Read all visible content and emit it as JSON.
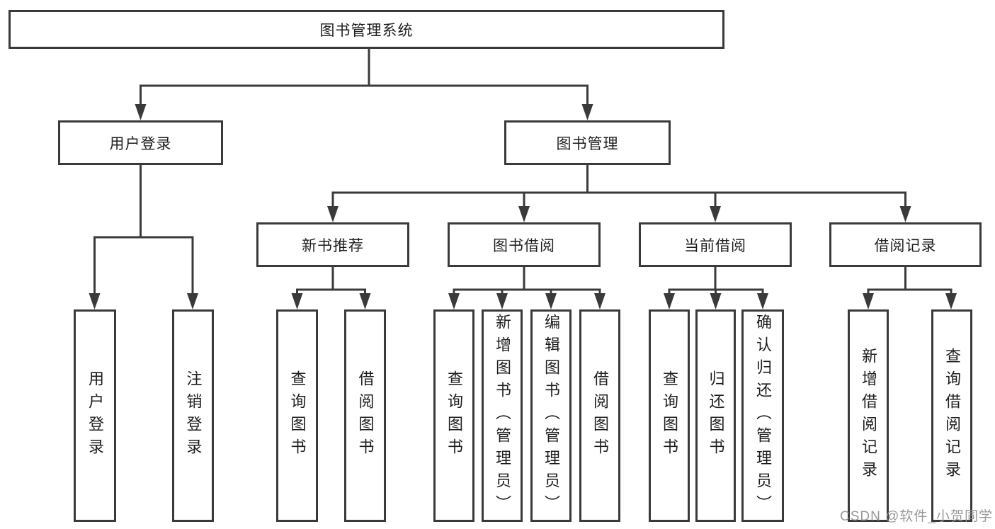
{
  "diagram": {
    "root": "图书管理系统",
    "level2": {
      "user_login": "用户登录",
      "book_management": "图书管理"
    },
    "level3": {
      "new_book_recommend": "新书推荐",
      "book_borrowing": "图书借阅",
      "current_borrowing": "当前借阅",
      "borrowing_records": "借阅记录"
    },
    "leaves": {
      "user_login": "用户登录",
      "logout": "注销登录",
      "recommend_query_books": "查询图书",
      "recommend_borrow_books": "借阅图书",
      "borrowing_query_books": "查询图书",
      "borrowing_add_books_admin": "新增图书（管理员）",
      "borrowing_edit_books_admin": "编辑图书（管理员）",
      "borrowing_borrow_books": "借阅图书",
      "current_query_books": "查询图书",
      "current_return_books": "归还图书",
      "current_confirm_return_admin": "确认归还（管理员）",
      "records_add_record": "新增借阅记录",
      "records_query_record": "查询借阅记录"
    }
  },
  "watermark": "CSDN @软件_小贺同学",
  "colors": {
    "line": "#3a3a3a",
    "box_border": "#3a3a3a",
    "text": "#1e1e1e",
    "watermark": "#949494",
    "background": "#ffffff"
  }
}
